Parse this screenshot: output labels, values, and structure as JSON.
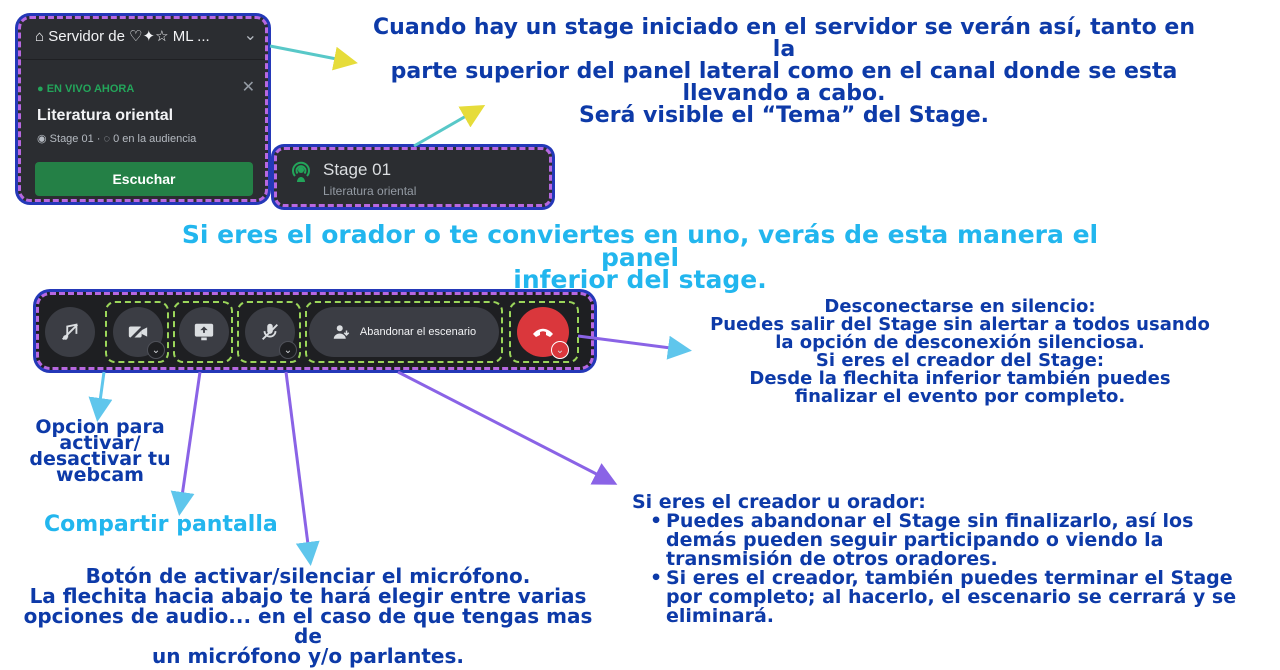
{
  "server_panel": {
    "server_name": "Servidor de ♡✦☆ ML ...",
    "live_label": "EN VIVO AHORA",
    "stage_title": "Literatura oriental",
    "stage_meta": "Stage 01 · ◌ 0 en la audiencia",
    "listen_button": "Escuchar"
  },
  "stage_channel": {
    "name": "Stage 01",
    "topic": "Literatura oriental"
  },
  "bottom_bar": {
    "leave_button": "Abandonar el escenario"
  },
  "annotations": {
    "top_note_1": "Cuando hay un stage iniciado en el servidor se verán así, tanto en la",
    "top_note_2": "parte superior del panel lateral como en el canal donde se esta",
    "top_note_3": "llevando a cabo.",
    "top_note_4_pre": "Será visible el “",
    "top_note_4_bold": "Tema",
    "top_note_4_post": "” del Stage.",
    "heading_1": "Si eres el orador o te conviertes en uno, verás de esta manera el panel",
    "heading_2": "inferior del stage.",
    "webcam_1": "Opcion para",
    "webcam_2": "activar/",
    "webcam_3": "desactivar tu",
    "webcam_4": "webcam",
    "screen_share": "Compartir pantalla",
    "mic_1": "Botón de activar/silenciar el micrófono.",
    "mic_2": "La flechita hacia abajo te hará elegir entre varias",
    "mic_3": "opciones de audio... en el caso de que tengas mas de",
    "mic_4": "un micrófono y/o parlantes.",
    "disc_title": "Desconectarse en silencio:",
    "disc_1": "Puedes salir del Stage sin alertar a todos usando",
    "disc_2": "la opción de desconexión silenciosa.",
    "creator_title": "Si eres el creador del Stage:",
    "creator_1": "Desde la flechita inferior también puedes",
    "creator_2": "finalizar el evento por completo.",
    "orator_title": "Si eres el creador u orador:",
    "orator_b1_1": "Puedes abandonar el Stage sin finalizarlo, así los",
    "orator_b1_2": "demás pueden seguir participando o viendo la",
    "orator_b1_3": "transmisión de otros oradores.",
    "orator_b2_1": "Si eres el creador, también puedes terminar el Stage",
    "orator_b2_2": "por completo; al hacerlo, el escenario se cerrará y se",
    "orator_b2_3": "eliminará."
  },
  "colors": {
    "annotation_blue": "#0d3aa8",
    "annotation_cyan": "#22b6ee",
    "discord_green": "#248046",
    "hangup_red": "#da373c"
  }
}
